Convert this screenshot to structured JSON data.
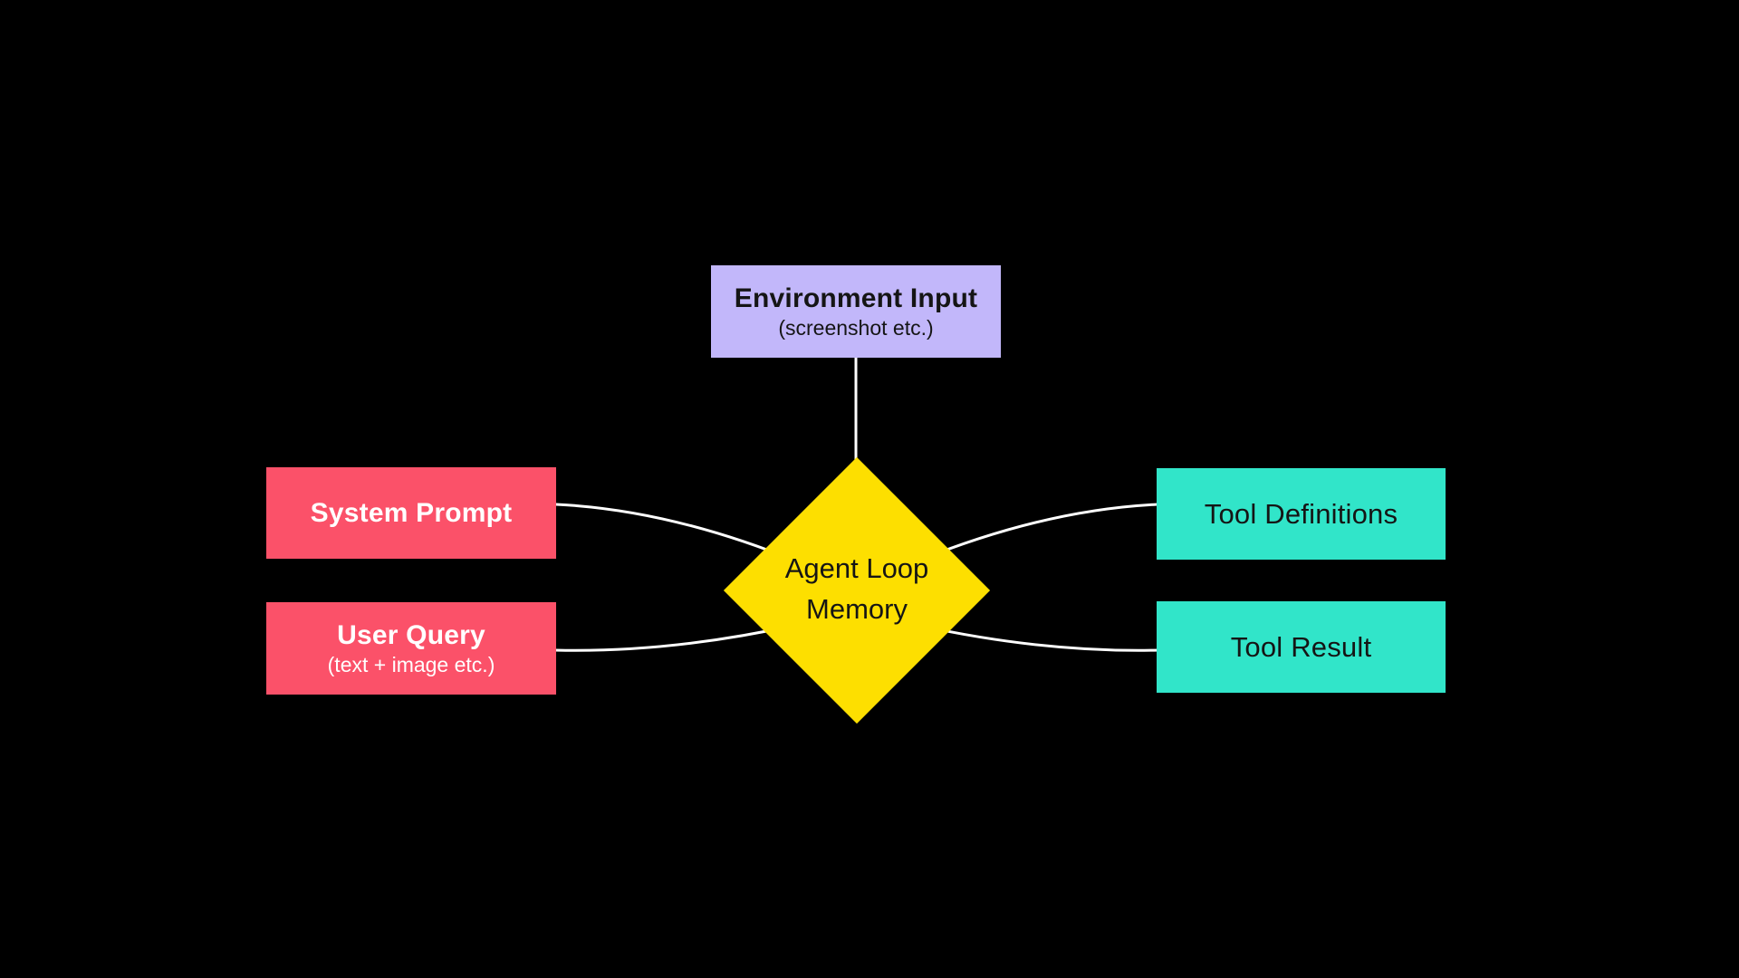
{
  "colors": {
    "background": "#000000",
    "environment_box": "#C2B7FA",
    "input_box_pink": "#FB5169",
    "tool_box_teal": "#31E5C9",
    "memory_diamond_yellow": "#FDDF00",
    "connector_line": "#FFFFFF",
    "text_dark": "#151515",
    "text_light": "#FFFFFF"
  },
  "nodes": {
    "environment_input": {
      "title": "Environment Input",
      "subtitle": "(screenshot etc.)"
    },
    "system_prompt": {
      "title": "System Prompt"
    },
    "user_query": {
      "title": "User Query",
      "subtitle": "(text + image etc.)"
    },
    "tool_definitions": {
      "title": "Tool Definitions"
    },
    "tool_result": {
      "title": "Tool Result"
    },
    "agent_loop_memory": {
      "line1": "Agent Loop",
      "line2": "Memory"
    }
  },
  "edges": [
    {
      "from": "environment_input",
      "to": "agent_loop_memory"
    },
    {
      "from": "system_prompt",
      "to": "agent_loop_memory"
    },
    {
      "from": "user_query",
      "to": "agent_loop_memory"
    },
    {
      "from": "tool_definitions",
      "to": "agent_loop_memory"
    },
    {
      "from": "tool_result",
      "to": "agent_loop_memory"
    }
  ]
}
